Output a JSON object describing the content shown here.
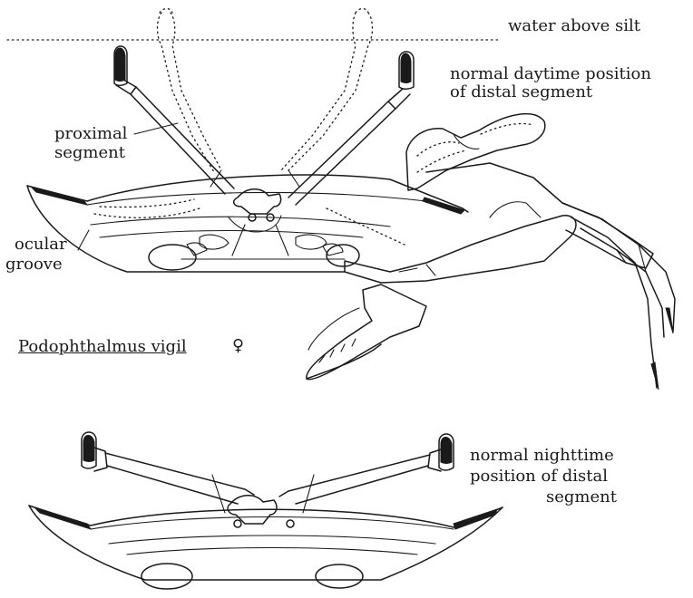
{
  "labels": {
    "water_above_silt": "water above silt",
    "daytime_position": [
      "normal daytime position",
      "of distal segment"
    ],
    "proximal_segment": [
      "proximal",
      "segment"
    ],
    "ocular_groove": [
      "ocular",
      "groove"
    ],
    "species": "Podophthalmus vigil",
    "sex_symbol": "♀",
    "nighttime_position": [
      "normal nighttime",
      "position of distal",
      "segment"
    ]
  }
}
